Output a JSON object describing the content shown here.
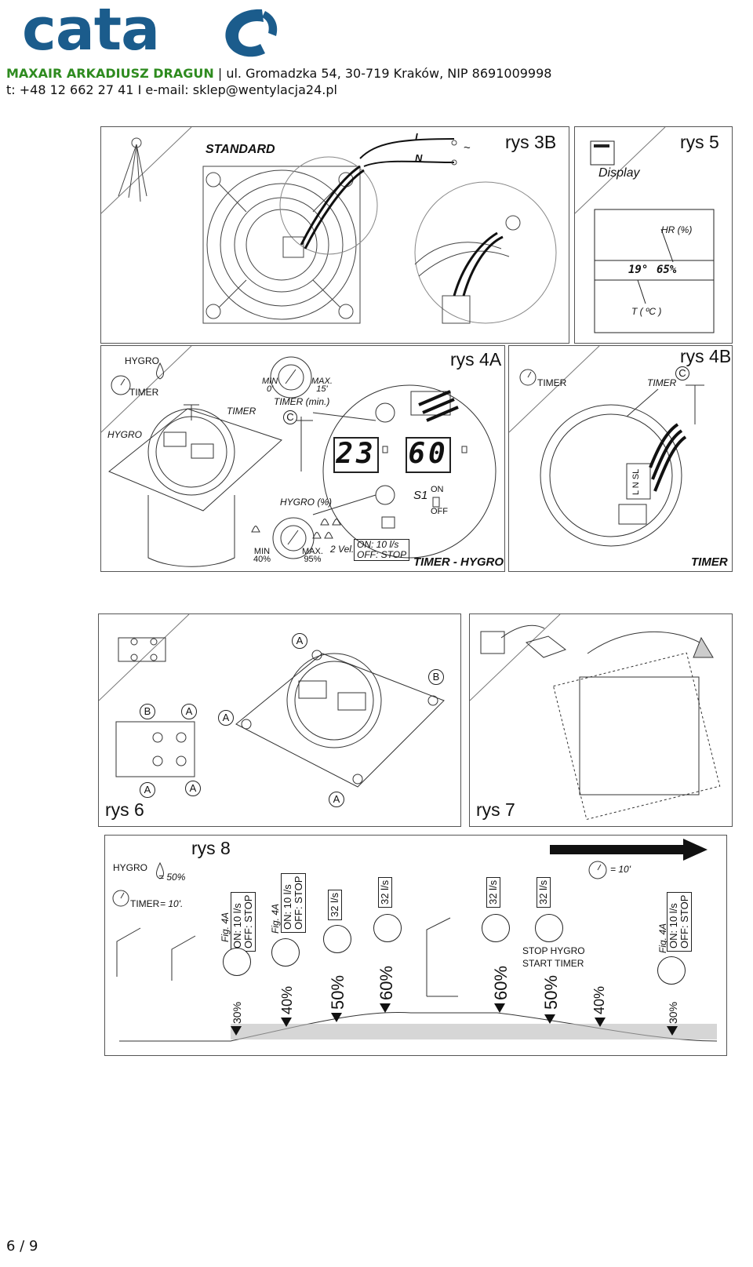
{
  "header": {
    "logo_text": "cata",
    "company": "MAXAIR ARKADIUSZ DRAGUN",
    "address": " | ul. Gromadzka 54, 30-719 Kraków, NIP 8691009998",
    "contact": "t: +48 12 662 27 41 I e-mail: sklep@wentylacja24.pl"
  },
  "fig3b": {
    "title": "rys 3B",
    "standard": "STANDARD",
    "L": "L",
    "N": "N",
    "tilde": "~"
  },
  "fig5": {
    "title": "rys 5",
    "display": "Display",
    "hr": "HR (%)",
    "t": "T ( ºC )",
    "readout_temp": "19°",
    "readout_hr": "65%"
  },
  "fig4a": {
    "title": "rys 4A",
    "hygro": "HYGRO",
    "timer": "TIMER",
    "timer2": "TIMER",
    "hygro2": "HYGRO",
    "timer_min": "TIMER (min.)",
    "min0": "MIN",
    "min0v": "0'",
    "max15": "MAX.",
    "max15v": "15'",
    "c": "C",
    "disp1": "23",
    "disp2": "60",
    "s1": "S1",
    "on": "ON",
    "off": "OFF",
    "hygro_pct": "HYGRO (%)",
    "min40": "MIN",
    "min40v": "40%",
    "max95": "MAX.",
    "max95v": "95%",
    "vel": "2 Vel.",
    "on10": "ON: 10 l/s",
    "offstop": "OFF: STOP",
    "footer": "TIMER - HYGRO"
  },
  "fig4b": {
    "title": "rys 4B",
    "timer": "TIMER",
    "timer2": "TIMER",
    "c": "C",
    "footer": "TIMER",
    "terminals": "L N SL"
  },
  "fig6": {
    "title": "rys 6",
    "a": "A",
    "b": "B"
  },
  "fig7": {
    "title": "rys 7"
  },
  "fig8": {
    "title": "rys 8",
    "hygro": "HYGRO",
    "hygro_val": "= 50%",
    "timer": "TIMER",
    "timer_val": "= 10'.",
    "timer_right": "= 10'",
    "fig4a": "Fig. 4A",
    "on10": "ON: 10 l/s",
    "offstop": "OFF: STOP",
    "flow": "32 l/s",
    "stop_hygro": "STOP HYGRO",
    "start_timer": "START TIMER",
    "levels": [
      "30%",
      "40%",
      "50%",
      "60%",
      "60%",
      "50%",
      "40%",
      "30%"
    ]
  },
  "footer": {
    "page": "6 / 9"
  }
}
